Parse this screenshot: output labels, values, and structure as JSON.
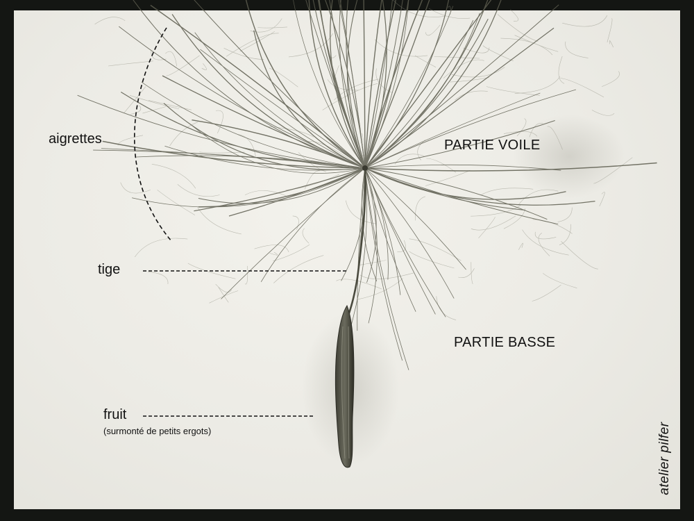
{
  "labels": {
    "aigrettes": "aigrettes",
    "tige": "tige",
    "fruit": "fruit",
    "fruit_note": "(surmonté de petits ergots)",
    "partie_voile": "PARTIE VOILE",
    "partie_basse": "PARTIE BASSE"
  },
  "signature": "atelier pilfer",
  "colors": {
    "border": "#141613",
    "paper": "#efeee8",
    "pencil": "#6c6c5c",
    "pencil_dark": "#3a3a30",
    "text": "#111111"
  }
}
